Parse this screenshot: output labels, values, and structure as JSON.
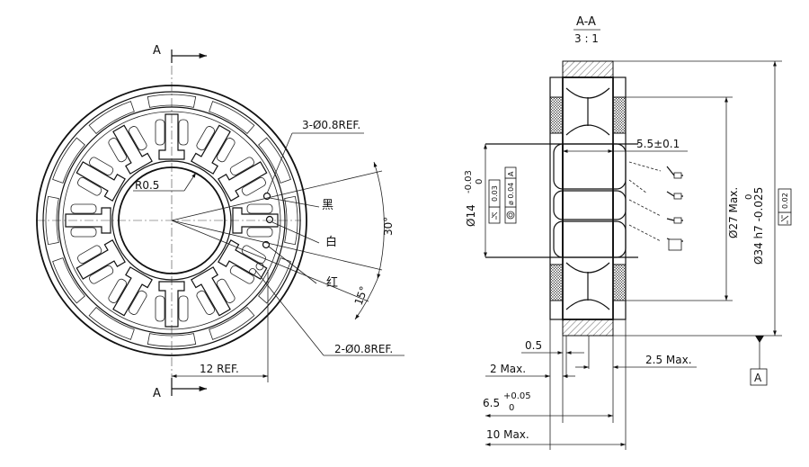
{
  "front_view": {
    "section_label_top": "A",
    "section_label_bottom": "A",
    "radius_label": "R0.5",
    "holes_top_label": "3-Ø0.8REF.",
    "holes_bottom_label": "2-Ø0.8REF.",
    "wire_black": "黑",
    "wire_white": "白",
    "wire_red": "红",
    "angle_30": "30°",
    "angle_15": "15°",
    "width_12": "12 REF."
  },
  "section_view": {
    "title": "A-A",
    "scale": "3 : 1",
    "dim_inner_dia": "Ø14",
    "dim_inner_tol_upper": "-0.03",
    "dim_inner_tol_lower": "0",
    "gdt_flatness_value": "0.03",
    "gdt_concentric_value": "ø 0.04",
    "gdt_concentric_datum": "A",
    "dim_5_5": "5.5±0.1",
    "dim_27": "Ø27 Max.",
    "dim_34": "Ø34 h7 -0.025",
    "dim_34_tol_upper": "0",
    "gdt_outer_value": "0.02",
    "datum_label": "A",
    "dim_0_5": "0.5",
    "dim_2max": "2 Max.",
    "dim_2_5max": "2.5 Max.",
    "dim_6_5": "6.5",
    "dim_6_5_tol_upper": "+0.05",
    "dim_6_5_tol_lower": "0",
    "dim_10max": "10 Max."
  },
  "colors": {
    "line": "#111111",
    "background": "#ffffff"
  }
}
